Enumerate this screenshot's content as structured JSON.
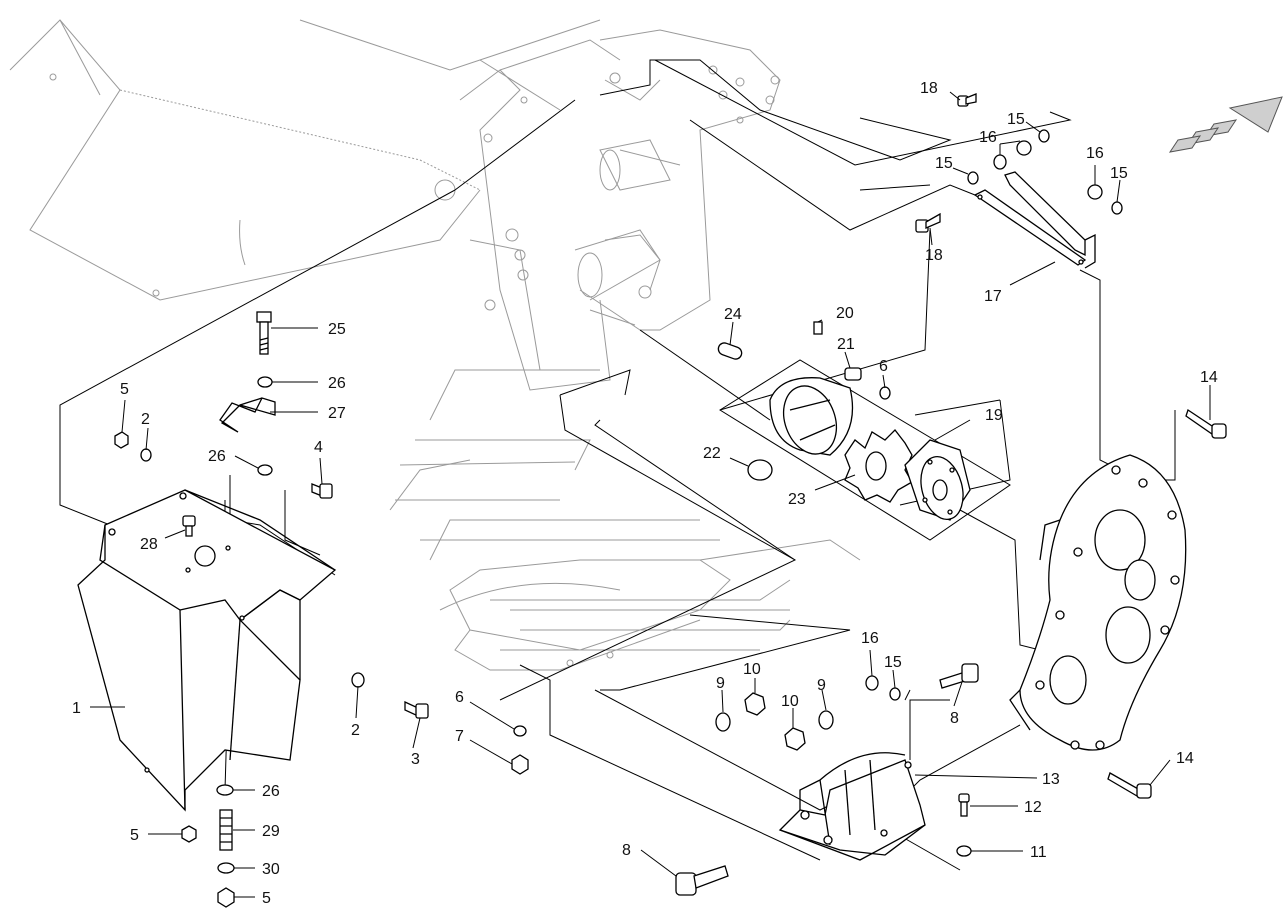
{
  "diagram": {
    "type": "exploded-parts-view",
    "callouts": [
      {
        "id": "c1",
        "label": "1"
      },
      {
        "id": "c2a",
        "label": "2"
      },
      {
        "id": "c2b",
        "label": "2"
      },
      {
        "id": "c3",
        "label": "3"
      },
      {
        "id": "c4",
        "label": "4"
      },
      {
        "id": "c5a",
        "label": "5"
      },
      {
        "id": "c5b",
        "label": "5"
      },
      {
        "id": "c5c",
        "label": "5"
      },
      {
        "id": "c6a",
        "label": "6"
      },
      {
        "id": "c6b",
        "label": "6"
      },
      {
        "id": "c7",
        "label": "7"
      },
      {
        "id": "c8a",
        "label": "8"
      },
      {
        "id": "c8b",
        "label": "8"
      },
      {
        "id": "c9a",
        "label": "9"
      },
      {
        "id": "c9b",
        "label": "9"
      },
      {
        "id": "c10a",
        "label": "10"
      },
      {
        "id": "c10b",
        "label": "10"
      },
      {
        "id": "c11",
        "label": "11"
      },
      {
        "id": "c12",
        "label": "12"
      },
      {
        "id": "c13",
        "label": "13"
      },
      {
        "id": "c14a",
        "label": "14"
      },
      {
        "id": "c14b",
        "label": "14"
      },
      {
        "id": "c15a",
        "label": "15"
      },
      {
        "id": "c15b",
        "label": "15"
      },
      {
        "id": "c15c",
        "label": "15"
      },
      {
        "id": "c15d",
        "label": "15"
      },
      {
        "id": "c16a",
        "label": "16"
      },
      {
        "id": "c16b",
        "label": "16"
      },
      {
        "id": "c16c",
        "label": "16"
      },
      {
        "id": "c17",
        "label": "17"
      },
      {
        "id": "c18a",
        "label": "18"
      },
      {
        "id": "c18b",
        "label": "18"
      },
      {
        "id": "c19",
        "label": "19"
      },
      {
        "id": "c20",
        "label": "20"
      },
      {
        "id": "c21",
        "label": "21"
      },
      {
        "id": "c22",
        "label": "22"
      },
      {
        "id": "c23",
        "label": "23"
      },
      {
        "id": "c24",
        "label": "24"
      },
      {
        "id": "c25",
        "label": "25"
      },
      {
        "id": "c26a",
        "label": "26"
      },
      {
        "id": "c26b",
        "label": "26"
      },
      {
        "id": "c26c",
        "label": "26"
      },
      {
        "id": "c27",
        "label": "27"
      },
      {
        "id": "c28",
        "label": "28"
      },
      {
        "id": "c29",
        "label": "29"
      },
      {
        "id": "c30",
        "label": "30"
      }
    ],
    "direction_arrow_icon": "direction-arrow-icon"
  }
}
